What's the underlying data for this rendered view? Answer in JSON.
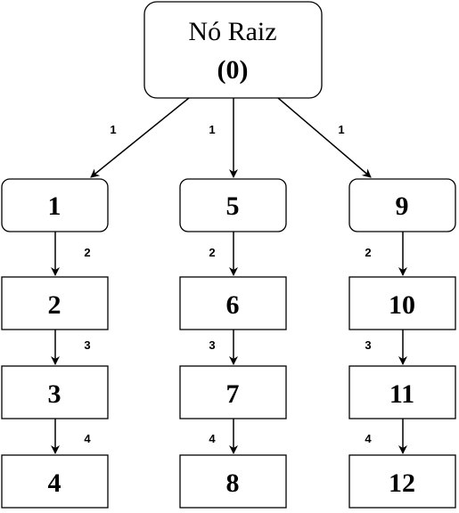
{
  "root": {
    "line1": "Nó Raiz",
    "line2": "(0)"
  },
  "columns": [
    {
      "nodes": [
        "1",
        "2",
        "3",
        "4"
      ],
      "edge_labels": [
        "1",
        "2",
        "3",
        "4"
      ]
    },
    {
      "nodes": [
        "5",
        "6",
        "7",
        "8"
      ],
      "edge_labels": [
        "1",
        "2",
        "3",
        "4"
      ]
    },
    {
      "nodes": [
        "9",
        "10",
        "11",
        "12"
      ],
      "edge_labels": [
        "1",
        "2",
        "3",
        "4"
      ]
    }
  ],
  "colors": {
    "stroke": "#000000",
    "fill": "#ffffff"
  }
}
